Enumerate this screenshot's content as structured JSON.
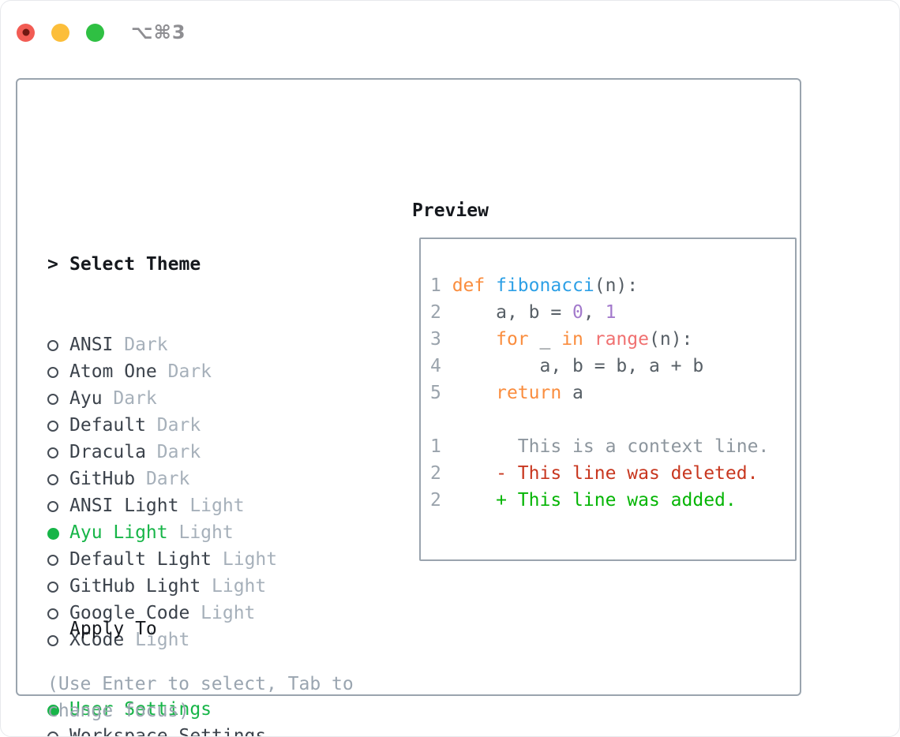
{
  "titlebar": {
    "title": "⌥⌘3"
  },
  "theme_selector": {
    "header": "Select Theme",
    "header_marker": ">",
    "items": [
      {
        "name": "ANSI",
        "variant": "Dark",
        "selected": false
      },
      {
        "name": "Atom One",
        "variant": "Dark",
        "selected": false
      },
      {
        "name": "Ayu",
        "variant": "Dark",
        "selected": false
      },
      {
        "name": "Default",
        "variant": "Dark",
        "selected": false
      },
      {
        "name": "Dracula",
        "variant": "Dark",
        "selected": false
      },
      {
        "name": "GitHub",
        "variant": "Dark",
        "selected": false
      },
      {
        "name": "ANSI Light",
        "variant": "Light",
        "selected": false
      },
      {
        "name": "Ayu Light",
        "variant": "Light",
        "selected": true
      },
      {
        "name": "Default Light",
        "variant": "Light",
        "selected": false
      },
      {
        "name": "GitHub Light",
        "variant": "Light",
        "selected": false
      },
      {
        "name": "Google Code",
        "variant": "Light",
        "selected": false
      },
      {
        "name": "XCode",
        "variant": "Light",
        "selected": false
      }
    ]
  },
  "apply_to": {
    "header": "Apply To",
    "options": [
      {
        "name": "User Settings",
        "selected": true
      },
      {
        "name": "Workspace Settings",
        "selected": false
      }
    ]
  },
  "hint": "(Use Enter to select, Tab to change focus)",
  "preview": {
    "heading": "Preview",
    "code_lines": [
      {
        "num": "1",
        "tokens": [
          {
            "t": "def",
            "c": "keyword"
          },
          {
            "t": " ",
            "c": "code_fg"
          },
          {
            "t": "fibonacci",
            "c": "function"
          },
          {
            "t": "(n):",
            "c": "code_fg"
          }
        ]
      },
      {
        "num": "2",
        "tokens": [
          {
            "t": "    a, b = ",
            "c": "code_fg"
          },
          {
            "t": "0",
            "c": "number"
          },
          {
            "t": ", ",
            "c": "code_fg"
          },
          {
            "t": "1",
            "c": "number"
          }
        ]
      },
      {
        "num": "3",
        "tokens": [
          {
            "t": "    ",
            "c": "code_fg"
          },
          {
            "t": "for",
            "c": "keyword"
          },
          {
            "t": " _ ",
            "c": "code_fg"
          },
          {
            "t": "in",
            "c": "keyword"
          },
          {
            "t": " ",
            "c": "code_fg"
          },
          {
            "t": "range",
            "c": "builtin"
          },
          {
            "t": "(n):",
            "c": "code_fg"
          }
        ]
      },
      {
        "num": "4",
        "tokens": [
          {
            "t": "        a, b = b, a + b",
            "c": "code_fg"
          }
        ]
      },
      {
        "num": "5",
        "tokens": [
          {
            "t": "    ",
            "c": "code_fg"
          },
          {
            "t": "return",
            "c": "keyword"
          },
          {
            "t": " a",
            "c": "code_fg"
          }
        ]
      }
    ],
    "diff_lines": [
      {
        "num": "1",
        "tokens": [
          {
            "t": "      This is a context line.",
            "c": "context"
          }
        ]
      },
      {
        "num": "2",
        "tokens": [
          {
            "t": "    ",
            "c": "code_fg"
          },
          {
            "t": "- This line was deleted.",
            "c": "deleted"
          }
        ]
      },
      {
        "num": "2",
        "tokens": [
          {
            "t": "    ",
            "c": "code_fg"
          },
          {
            "t": "+ This line was added.",
            "c": "added"
          }
        ]
      }
    ]
  },
  "colors": {
    "accent_green": "#17b548",
    "keyword": "#fa8d3e",
    "function": "#2da0e6",
    "number": "#a37acc",
    "builtin": "#f07171",
    "code_fg": "#575f66",
    "line_number": "#9aa3ac",
    "context": "#8d969e",
    "deleted": "#c8371f",
    "added": "#05b505",
    "item_fg": "#3b424b",
    "variant_fg": "#a6b0ba",
    "heading_fg": "#15181d",
    "hint_fg": "#9aa5b0",
    "panel_border": "#9aa4ae",
    "titlebar_fg": "#8e8e92",
    "traffic_red": "#f25c54",
    "traffic_red_dot": "#701812",
    "traffic_yellow": "#fcbe3a",
    "traffic_green": "#2fc043"
  }
}
